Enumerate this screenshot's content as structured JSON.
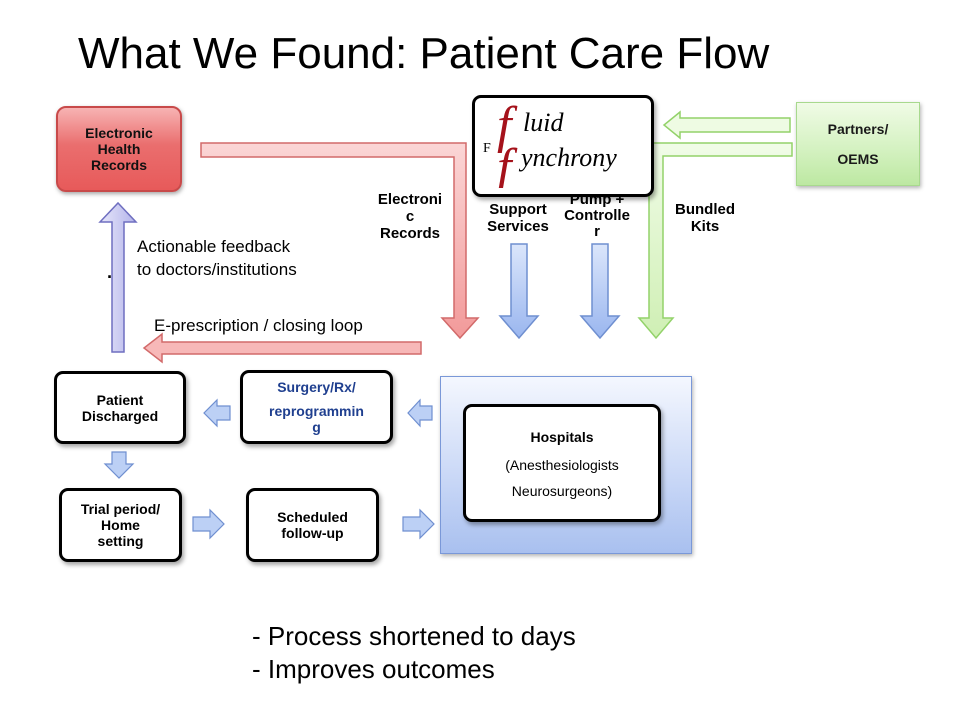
{
  "title": "What We Found: Patient Care Flow",
  "nodes": {
    "ehr": "Electronic\nHealth\nRecords",
    "fluid_logo": {
      "big_f1": "f",
      "word1": "luid",
      "big_f2": "f",
      "word2": "ynchrony",
      "clipped_letter": "F"
    },
    "partners": "Partners/\nOEMS",
    "hospitals": {
      "line1": "Hospitals",
      "line2": "(Anesthesiologists",
      "line3": "Neurosurgeons)"
    },
    "surgery": {
      "line1": "Surgery/Rx/",
      "line2": "reprogrammin\ng"
    },
    "patient_discharged": "Patient\nDischarged",
    "trial_period": "Trial period/\nHome\nsetting",
    "scheduled_followup": "Scheduled\nfollow-up"
  },
  "labels": {
    "electronic_records": "Electroni\nc\nRecords",
    "support_services": "Support\nServices",
    "pump_controller": "Pump +\nControlle\nr",
    "bundled_kits": "Bundled\nKits",
    "actionable_feedback": "Actionable feedback\nto doctors/institutions",
    "eprescription": "E-prescription / closing loop",
    "dot": "·"
  },
  "bullets": [
    "- Process shortened to days",
    "- Improves outcomes"
  ],
  "colors": {
    "red_arrow": "#f4a3a3",
    "red_edge": "#d26a6a",
    "blue_arrow": "#a9c3f3",
    "blue_edge": "#6f8fd0",
    "green_arrow": "#dff7c9",
    "green_edge": "#93d26a",
    "purple_arrow": "#c8c8ef",
    "purple_edge": "#6f6fc0",
    "logo_red": "#a5121b"
  }
}
